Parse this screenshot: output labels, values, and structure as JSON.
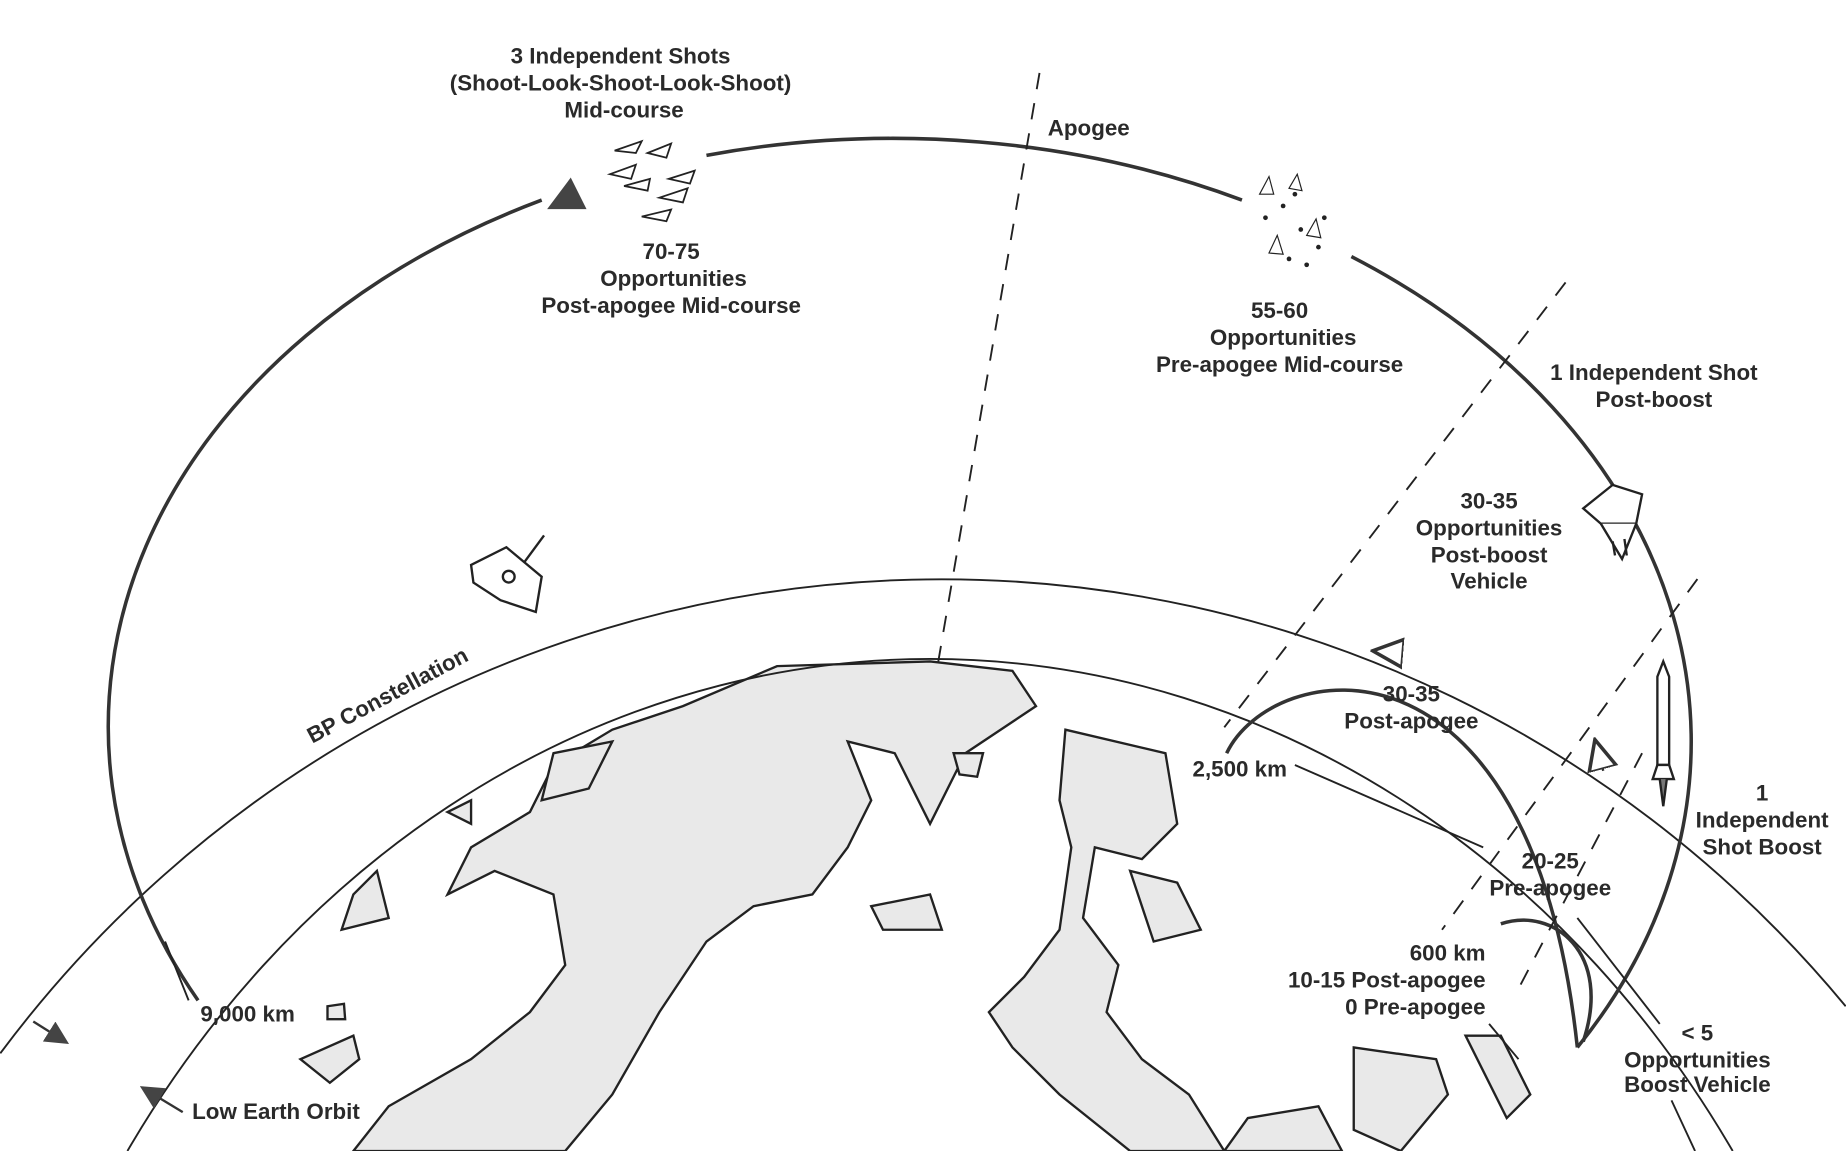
{
  "diagram": {
    "labels": {
      "top_shots": [
        "3 Independent Shots",
        "(Shoot-Look-Shoot-Look-Shoot)",
        "Mid-course"
      ],
      "apogee": "Apogee",
      "post_apogee_mid": [
        "70-75",
        "Opportunities",
        "Post-apogee Mid-course"
      ],
      "pre_apogee_mid": [
        "55-60",
        "Opportunities",
        "Pre-apogee Mid-course"
      ],
      "post_boost_shot": [
        "1 Independent Shot",
        "Post-boost"
      ],
      "pbv": [
        "30-35",
        "Opportunities",
        "Post-boost",
        "Vehicle"
      ],
      "post_apogee_2500": [
        "30-35",
        "Post-apogee"
      ],
      "km_2500": "2,500 km",
      "boost_shot": [
        "1",
        "Independent",
        "Shot Boost"
      ],
      "pre_apogee_2500": [
        "20-25",
        "Pre-apogee"
      ],
      "km_600": [
        "600 km",
        "10-15 Post-apogee",
        "0 Pre-apogee"
      ],
      "boost_vehicle": [
        "< 5",
        "Opportunities",
        "Boost Vehicle"
      ],
      "bp_constellation": "BP Constellation",
      "km_9000": "9,000 km",
      "leo": "Low Earth Orbit"
    }
  }
}
